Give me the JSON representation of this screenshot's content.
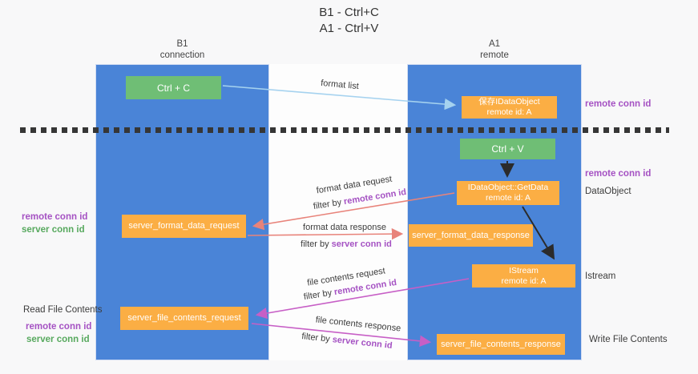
{
  "title": {
    "line1": "B1 - Ctrl+C",
    "line2": "A1 - Ctrl+V"
  },
  "lanes": {
    "left": {
      "name": "B1",
      "subtitle": "connection"
    },
    "right": {
      "name": "A1",
      "subtitle": "remote"
    }
  },
  "nodes": {
    "ctrl_c": {
      "label": "Ctrl + C"
    },
    "save_idataobject": {
      "line1": "保存IDataObject",
      "line2": "remote id: A"
    },
    "ctrl_v": {
      "label": "Ctrl + V"
    },
    "getdata": {
      "line1": "IDataObject::GetData",
      "line2": "remote id: A"
    },
    "format_request": {
      "label": "server_format_data_request"
    },
    "format_response": {
      "label": "server_format_data_response"
    },
    "istream": {
      "line1": "IStream",
      "line2": "remote id: A"
    },
    "file_request": {
      "label": "server_file_contents_request"
    },
    "file_response": {
      "label": "server_file_contents_response"
    }
  },
  "arrows": {
    "format_list": "format list",
    "format_data_request": "format data request",
    "format_data_response": "format data response",
    "file_contents_request": "file contents request",
    "file_contents_response": "file contents response",
    "filter_by": "filter by",
    "remote_conn_id": "remote conn id",
    "server_conn_id": "server conn id"
  },
  "margins": {
    "left_request": {
      "remote": "remote conn id",
      "server": "server conn id"
    },
    "left_file": {
      "title": "Read File Contents",
      "remote": "remote conn id",
      "server": "server conn id"
    },
    "right_save": "remote conn id",
    "right_getdata": {
      "remote": "remote conn id",
      "object": "DataObject"
    },
    "right_istream": "Istream",
    "right_write": "Write File Contents"
  },
  "colors": {
    "lane_blue": "#4a84d7",
    "node_green": "#6fbe75",
    "node_orange": "#fbae44",
    "arrow_light_blue": "#a5d2ef",
    "arrow_salmon": "#e8837a",
    "arrow_magenta": "#c75fc6",
    "arrow_black": "#2b2b2b",
    "label_purple": "#a552c3",
    "label_green": "#57a95e"
  }
}
